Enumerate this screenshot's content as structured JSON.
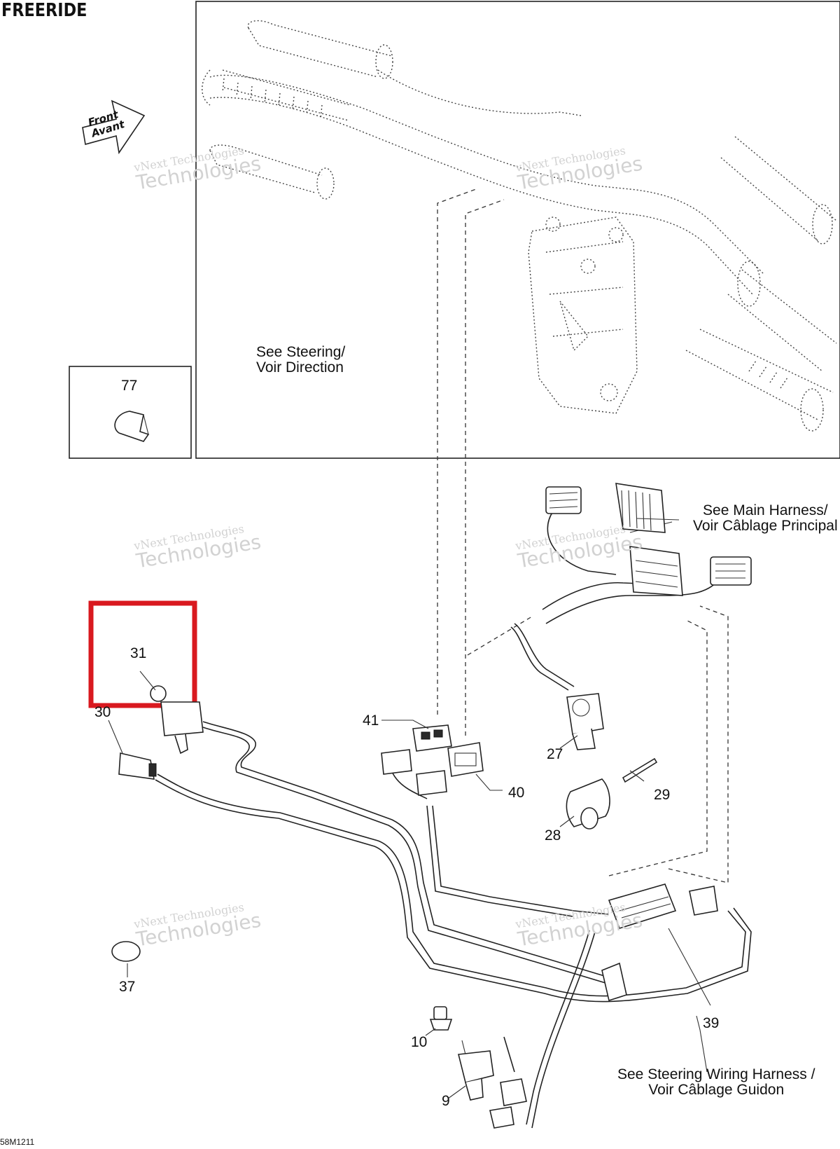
{
  "title": "FREERIDE",
  "direction_arrow": {
    "line1": "Front",
    "line2": "Avant"
  },
  "notes": {
    "steering": {
      "line1": "See Steering/",
      "line2": "Voir Direction"
    },
    "main_harness": {
      "line1": "See Main Harness/",
      "line2": "Voir Câblage Principal"
    },
    "steering_wiring": {
      "line1": "See Steering Wiring Harness /",
      "line2": "Voir Câblage Guidon"
    }
  },
  "callouts": {
    "p77": "77",
    "p31": "31",
    "p30": "30",
    "p41": "41",
    "p40": "40",
    "p27": "27",
    "p29": "29",
    "p28": "28",
    "p37": "37",
    "p10": "10",
    "p9": "9",
    "p39": "39"
  },
  "watermark": {
    "line1": "vNext Technologies",
    "line2": "Technologies"
  },
  "drawing_code": "58M1211",
  "colors": {
    "highlight": "#d9191f",
    "line": "#222222",
    "watermark": "#d2d2d2"
  }
}
